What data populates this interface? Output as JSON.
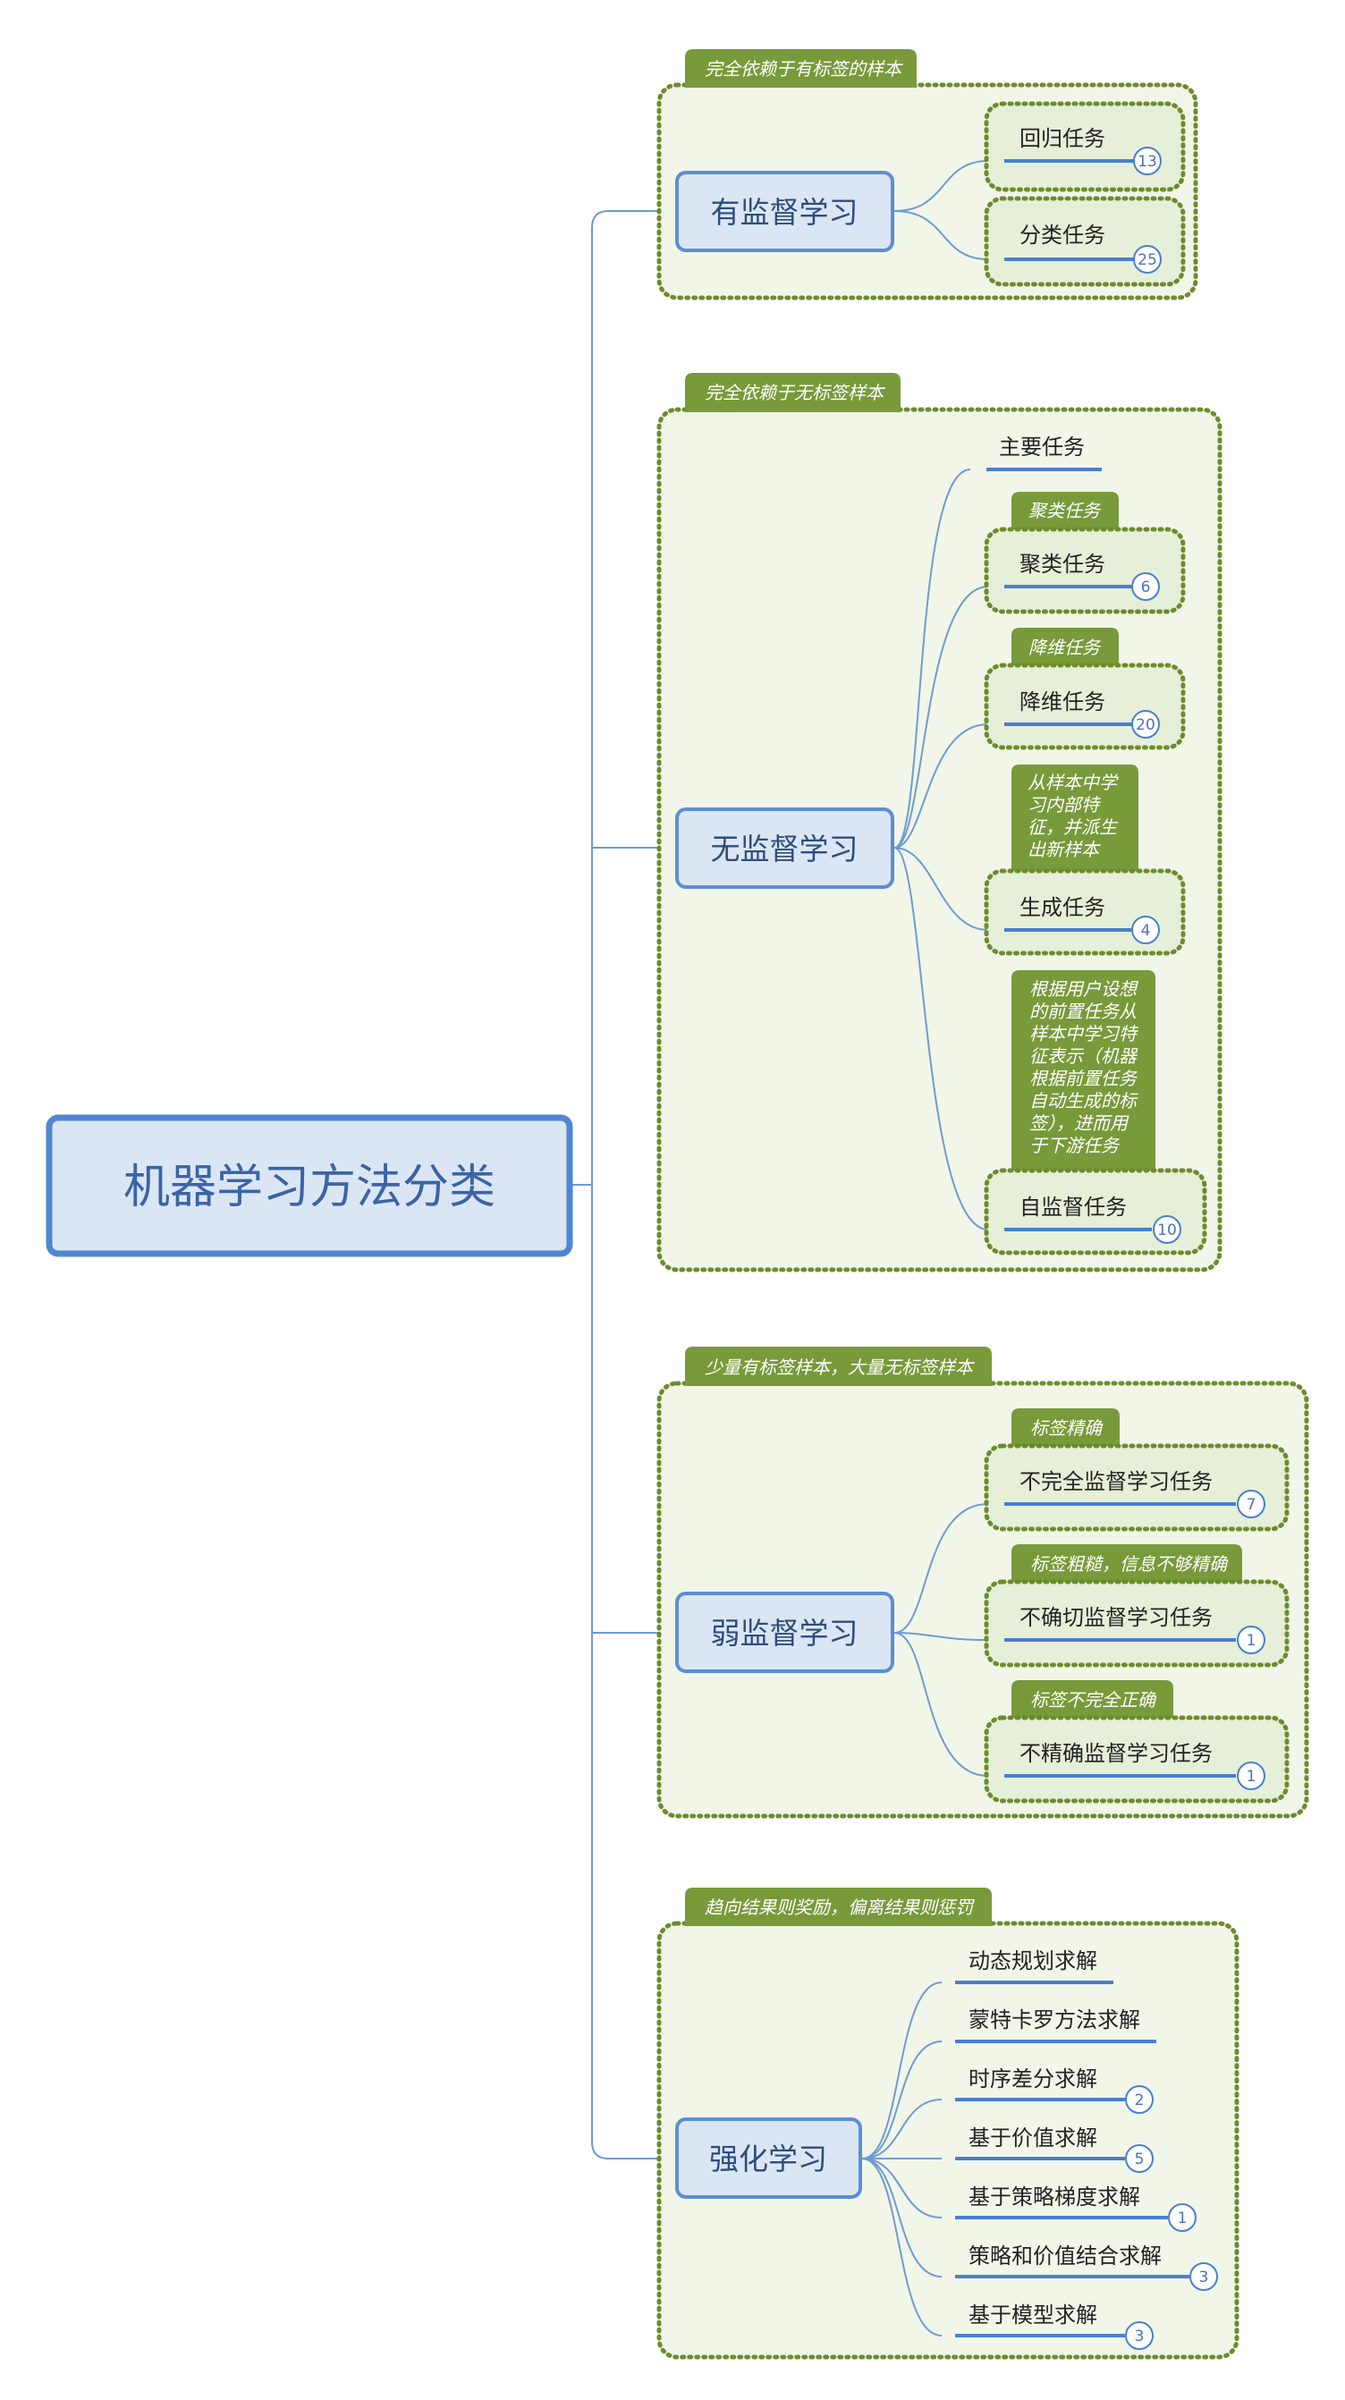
{
  "root": {
    "label": "机器学习方法分类"
  },
  "branches": [
    {
      "label": "有监督学习",
      "group_label": "完全依赖于有标签的样本",
      "children": [
        {
          "label": "回归任务",
          "count": "13"
        },
        {
          "label": "分类任务",
          "count": "25"
        }
      ]
    },
    {
      "label": "无监督学习",
      "group_label": "完全依赖于无标签样本",
      "children": [
        {
          "label": "主要任务"
        },
        {
          "label": "聚类任务",
          "count": "6",
          "note": [
            "聚类任务"
          ]
        },
        {
          "label": "降维任务",
          "count": "20",
          "note": [
            "降维任务"
          ]
        },
        {
          "label": "生成任务",
          "count": "4",
          "note": [
            "从样本中学",
            "习内部特",
            "征，并派生",
            "出新样本"
          ]
        },
        {
          "label": "自监督任务",
          "count": "10",
          "note": [
            "根据用户设想",
            "的前置任务从",
            "样本中学习特",
            "征表示（机器",
            "根据前置任务",
            "自动生成的标",
            "签），进而用",
            "于下游任务"
          ]
        }
      ]
    },
    {
      "label": "弱监督学习",
      "group_label": "少量有标签样本，大量无标签样本",
      "children": [
        {
          "label": "不完全监督学习任务",
          "count": "7",
          "note": [
            "标签精确"
          ]
        },
        {
          "label": "不确切监督学习任务",
          "count": "1",
          "note": [
            "标签粗糙，信息不够精确"
          ]
        },
        {
          "label": "不精确监督学习任务",
          "count": "1",
          "note": [
            "标签不完全正确"
          ]
        }
      ]
    },
    {
      "label": "强化学习",
      "group_label": "趋向结果则奖励，偏离结果则惩罚",
      "children": [
        {
          "label": "动态规划求解"
        },
        {
          "label": "蒙特卡罗方法求解"
        },
        {
          "label": "时序差分求解",
          "count": "2"
        },
        {
          "label": "基于价值求解",
          "count": "5"
        },
        {
          "label": "基于策略梯度求解",
          "count": "1"
        },
        {
          "label": "策略和价值结合求解",
          "count": "3"
        },
        {
          "label": "基于模型求解",
          "count": "3"
        }
      ]
    }
  ],
  "colors": {
    "connector": "#6f9bd0",
    "node_fill": "#dbe6f4",
    "node_border": "#5b8fd3",
    "group_fill": "#f1f6e9",
    "group_border": "#6b8c2c",
    "label_fill": "#789a3a",
    "leaf_underline": "#4a7fcf"
  }
}
